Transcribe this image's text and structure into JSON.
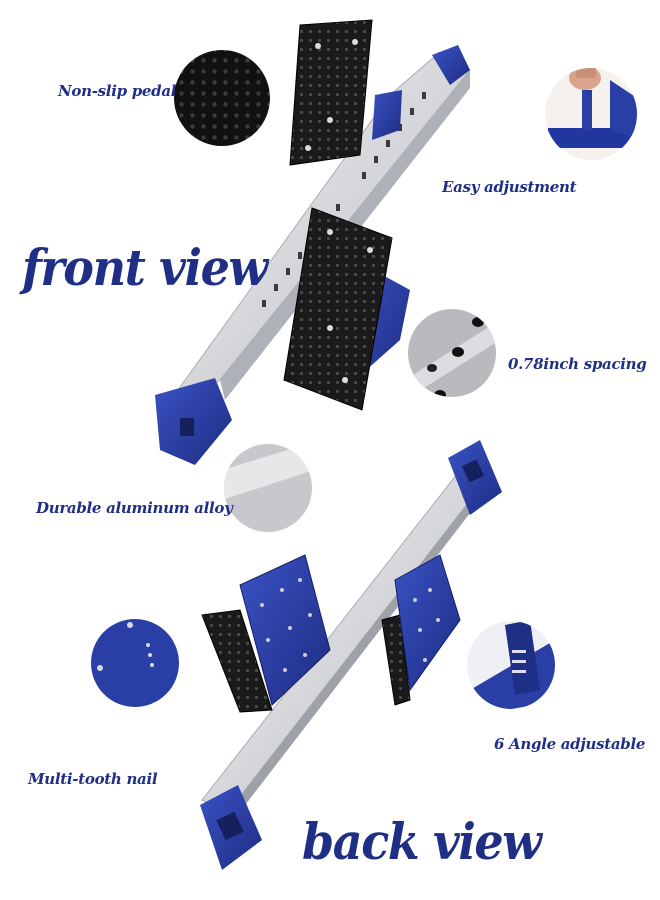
{
  "labels": {
    "non_slip_pedal": "Non-slip pedal",
    "easy_adjustment": "Easy adjustment",
    "front_view": "front view",
    "spacing": "0.78inch spacing",
    "durable_alloy": "Durable aluminum alloy",
    "multi_tooth_nail": "Multi-tooth nail",
    "angle_adjustable": "6 Angle adjustable",
    "back_view": "back view"
  },
  "colors": {
    "brand_blue": "#1f2f86",
    "frame_blue": "#2a3fa6",
    "aluminum": "#d6d8dc",
    "pedal_black": "#1c1c1c"
  }
}
